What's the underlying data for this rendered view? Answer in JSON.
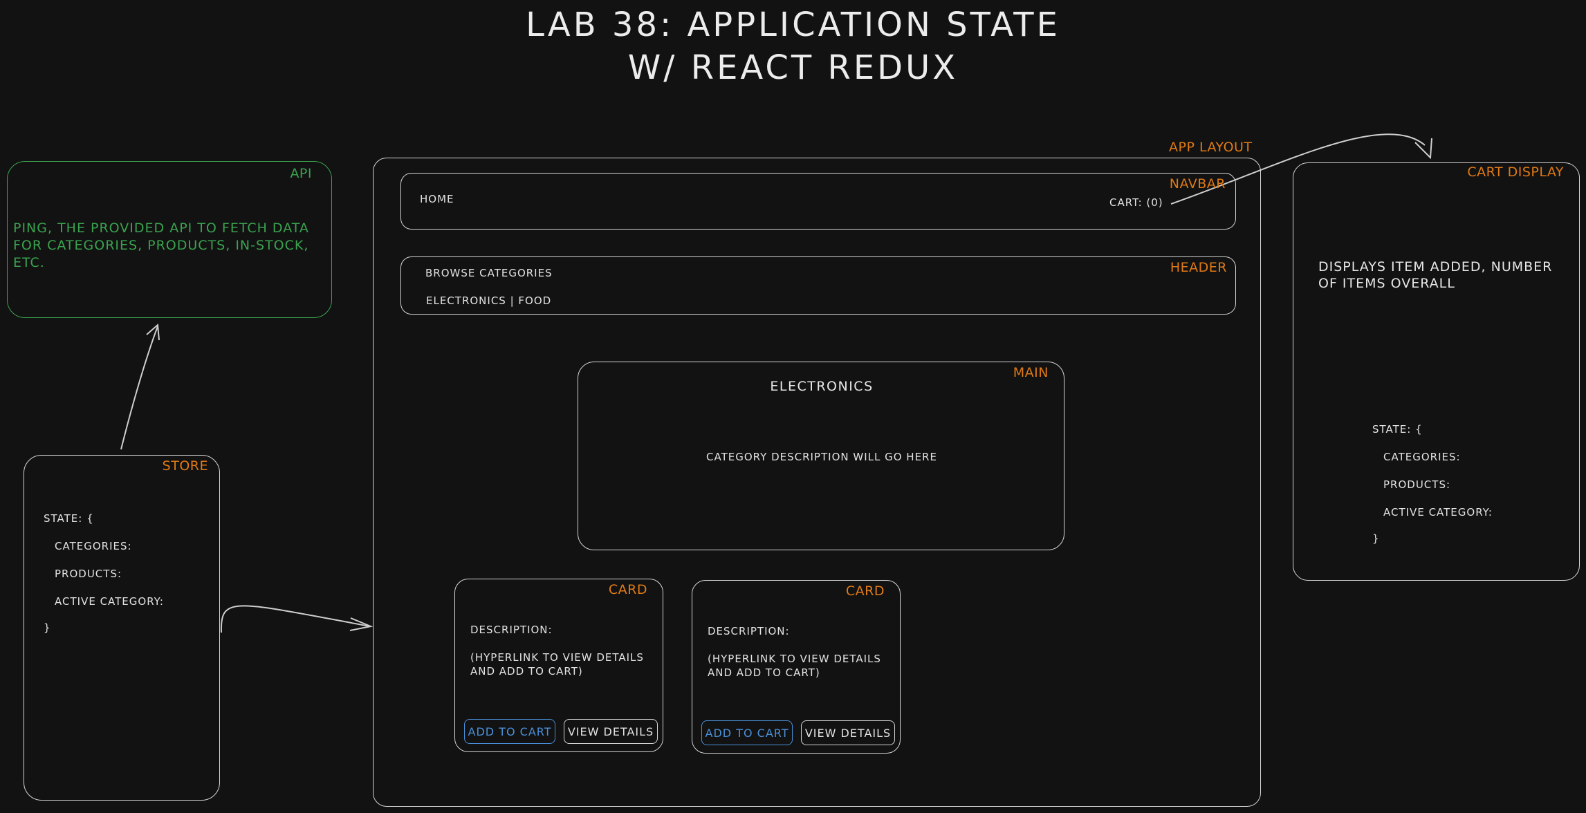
{
  "title": {
    "line1": "LAB 38: APPLICATION STATE",
    "line2": "W/ REACT REDUX"
  },
  "api": {
    "label": "API",
    "text": "PING, THE PROVIDED API TO FETCH DATA FOR CATEGORIES, PRODUCTS, IN-STOCK, ETC."
  },
  "store": {
    "label": "STORE",
    "state_open": "STATE: {",
    "categories": "CATEGORIES:",
    "products": "PRODUCTS:",
    "active_category": "ACTIVE CATEGORY:",
    "state_close": "}"
  },
  "app_layout": {
    "label": "APP LAYOUT",
    "navbar": {
      "label": "NAVBAR",
      "home": "HOME",
      "cart": "CART: (0)"
    },
    "header": {
      "label": "HEADER",
      "browse": "BROWSE CATEGORIES",
      "categories": "ELECTRONICS | FOOD"
    },
    "main": {
      "label": "MAIN",
      "heading": "ELECTRONICS",
      "description": "CATEGORY DESCRIPTION WILL GO HERE"
    },
    "cards": [
      {
        "label": "CARD",
        "description": "DESCRIPTION:",
        "link_line1": "(HYPERLINK TO VIEW DETAILS",
        "link_line2": "AND ADD TO CART)",
        "add_button": "ADD TO CART",
        "view_button": "VIEW DETAILS"
      },
      {
        "label": "CARD",
        "description": "DESCRIPTION:",
        "link_line1": "(HYPERLINK TO VIEW DETAILS",
        "link_line2": "AND ADD TO CART)",
        "add_button": "ADD TO CART",
        "view_button": "VIEW DETAILS"
      }
    ]
  },
  "cart_display": {
    "label": "CART DISPLAY",
    "text_line1": "DISPLAYS ITEM ADDED, NUMBER",
    "text_line2": "OF ITEMS OVERALL",
    "state_open": "STATE: {",
    "categories": "CATEGORIES:",
    "products": "PRODUCTS:",
    "active_category": "ACTIVE CATEGORY:",
    "state_close": "}"
  },
  "colors": {
    "background": "#121212",
    "accent_orange": "#e07a16",
    "api_green": "#3aa34f",
    "button_blue": "#4a90d9",
    "stroke": "#d6d6d6"
  }
}
